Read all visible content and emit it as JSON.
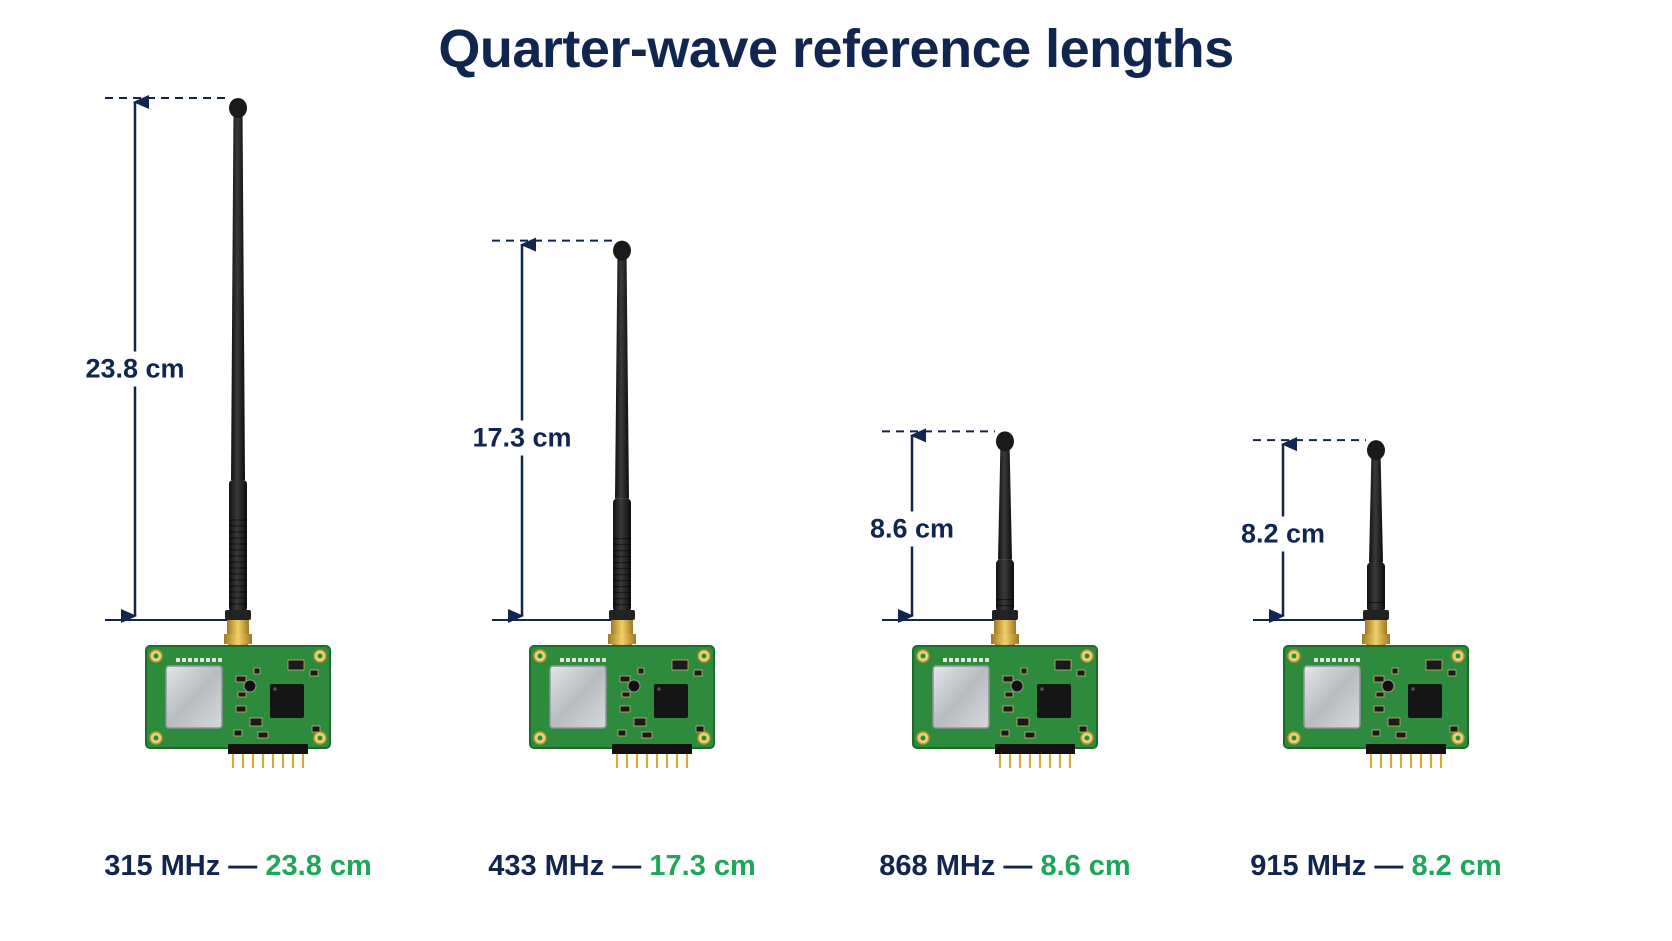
{
  "title": "Quarter-wave reference lengths",
  "separator": " — ",
  "colors": {
    "navy": "#10254f",
    "green": "#1fa65a",
    "pcb": "#2e8b3e",
    "antenna": "#1c1c1c"
  },
  "modules": [
    {
      "frequency": "315 MHz",
      "length": "23.8 cm",
      "length_cm": 23.8
    },
    {
      "frequency": "433 MHz",
      "length": "17.3 cm",
      "length_cm": 17.3
    },
    {
      "frequency": "868 MHz",
      "length": "8.6 cm",
      "length_cm": 8.6
    },
    {
      "frequency": "915 MHz",
      "length": "8.2 cm",
      "length_cm": 8.2
    }
  ]
}
